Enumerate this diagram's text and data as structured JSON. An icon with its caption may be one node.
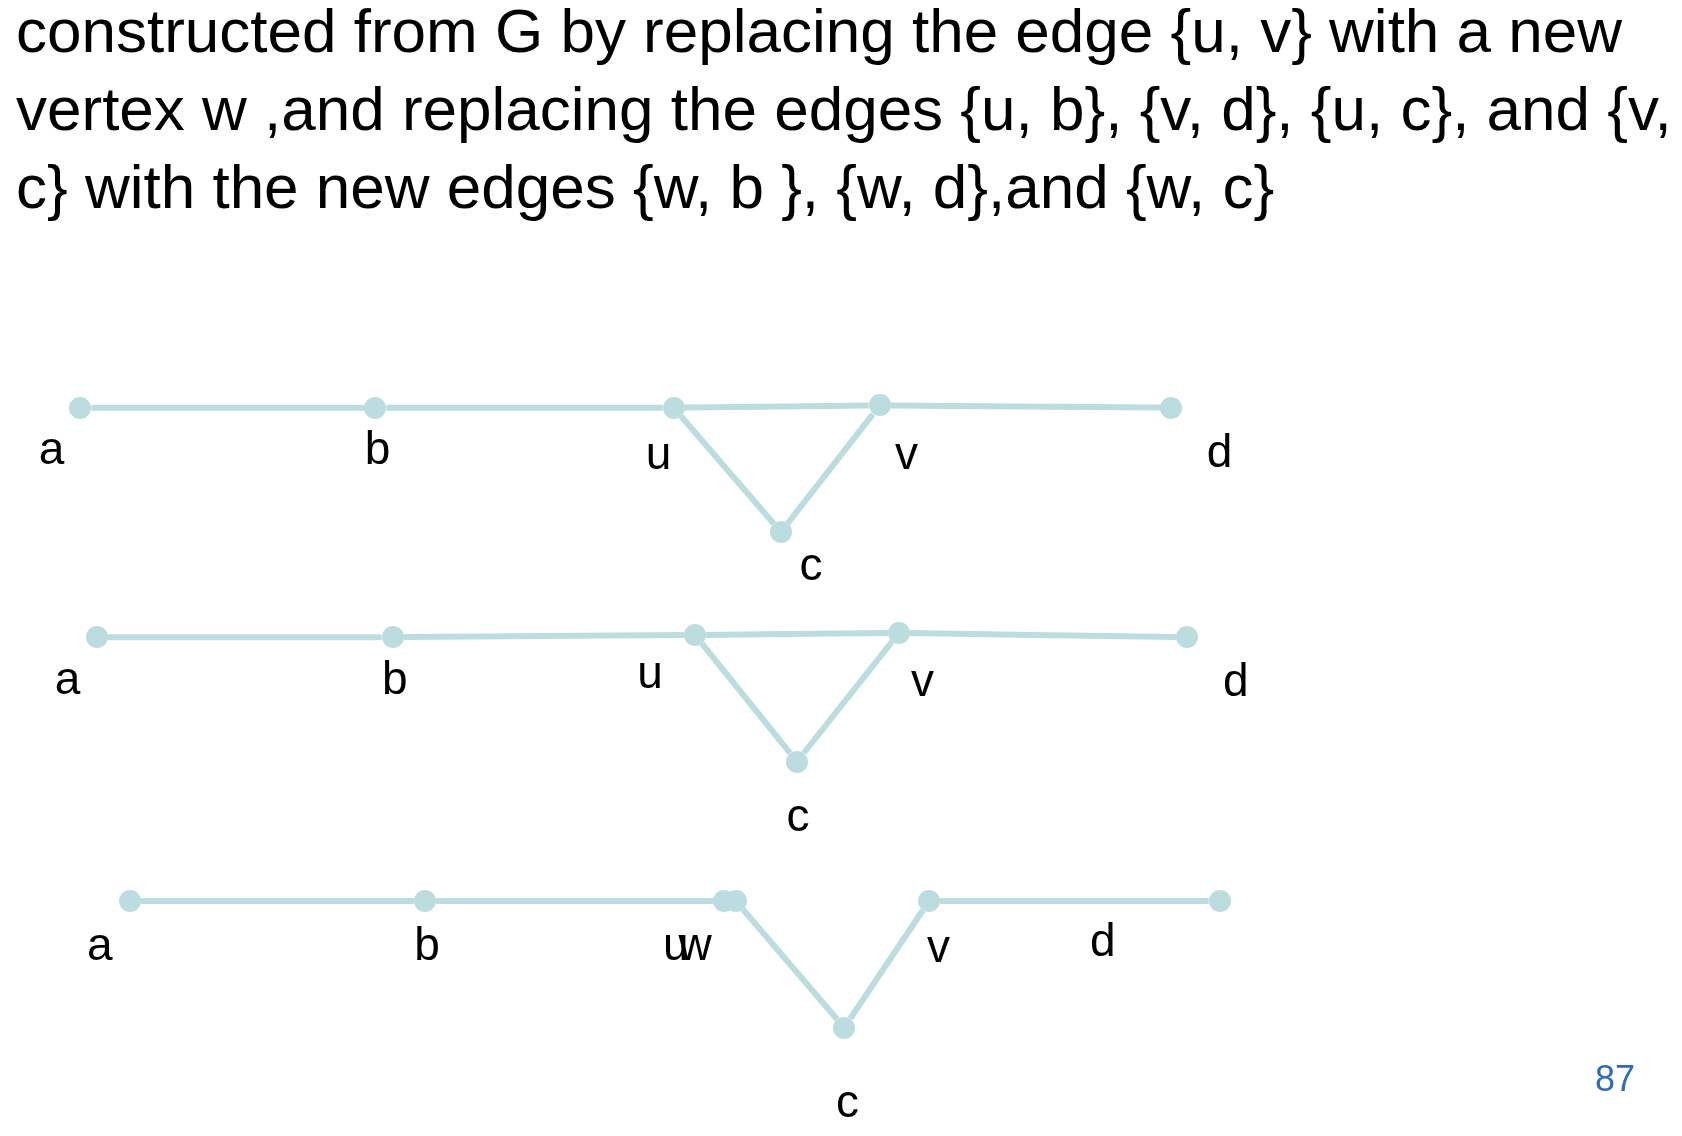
{
  "diagram": {
    "nodes": [
      {
        "text": [],
        "shape": "circle",
        "beside": [
          "a"
        ]
      },
      {
        "text": [],
        "shape": "circle",
        "beside": [
          "b"
        ]
      },
      {
        "text": [],
        "shape": "circle",
        "beside": [
          "u"
        ]
      },
      {
        "text": [],
        "shape": "circle",
        "beside": [
          "v"
        ]
      },
      {
        "text": [],
        "shape": "circle",
        "beside": [
          "d"
        ]
      },
      {
        "text": [],
        "shape": "circle",
        "beside": [
          "c"
        ]
      },
      {
        "text": [],
        "shape": "circle",
        "beside": [
          "a"
        ]
      },
      {
        "text": [],
        "shape": "circle",
        "beside": [
          "b"
        ]
      },
      {
        "text": [],
        "shape": "circle",
        "beside": [
          "u"
        ]
      },
      {
        "text": [],
        "shape": "circle",
        "beside": [
          "v"
        ]
      },
      {
        "text": [],
        "shape": "circle",
        "beside": [
          "d"
        ]
      },
      {
        "text": [],
        "shape": "circle",
        "beside": [
          "c"
        ]
      },
      {
        "text": [],
        "shape": "circle",
        "beside": [
          "a"
        ]
      },
      {
        "text": [],
        "shape": "circle",
        "beside": [
          "b"
        ]
      },
      {
        "text": [],
        "shape": "circle",
        "beside": [
          "u"
        ]
      },
      {
        "text": [],
        "shape": "circle",
        "beside": [
          "w"
        ]
      },
      {
        "text": [],
        "shape": "circle",
        "beside": [
          "v"
        ]
      },
      {
        "text": [],
        "shape": "circle",
        "beside": [
          "d"
        ]
      },
      {
        "text": [],
        "shape": "circle",
        "beside": [
          "c"
        ]
      }
    ],
    "edges": [
      {
        "from": 0,
        "to": 1,
        "arrow": "none"
      },
      {
        "from": 1,
        "to": 2,
        "arrow": "none"
      },
      {
        "from": 2,
        "to": 3,
        "arrow": "none"
      },
      {
        "from": 3,
        "to": 4,
        "arrow": "none"
      },
      {
        "from": 2,
        "to": 5,
        "arrow": "none"
      },
      {
        "from": 5,
        "to": 3,
        "arrow": "none"
      },
      {
        "from": 6,
        "to": 7,
        "arrow": "none"
      },
      {
        "from": 7,
        "to": 8,
        "arrow": "none"
      },
      {
        "from": 8,
        "to": 9,
        "arrow": "none"
      },
      {
        "from": 9,
        "to": 10,
        "arrow": "none"
      },
      {
        "from": 8,
        "to": 11,
        "arrow": "none"
      },
      {
        "from": 11,
        "to": 9,
        "arrow": "none"
      },
      {
        "from": 12,
        "to": 13,
        "arrow": "none"
      },
      {
        "from": 13,
        "to": 14,
        "arrow": "none"
      },
      {
        "from": 15,
        "to": 18,
        "arrow": "none"
      },
      {
        "from": 18,
        "to": 16,
        "arrow": "none"
      },
      {
        "from": 16,
        "to": 17,
        "arrow": "none"
      }
    ],
    "labels": [
      "constructed from G by replacing the edge {u, v} with a new vertex w ,and replacing the edges {u, b}, {v, d}, {u, c}, and {v, c} with the new edges {w, b }, {w, d},and {w, c}",
      "87"
    ]
  }
}
